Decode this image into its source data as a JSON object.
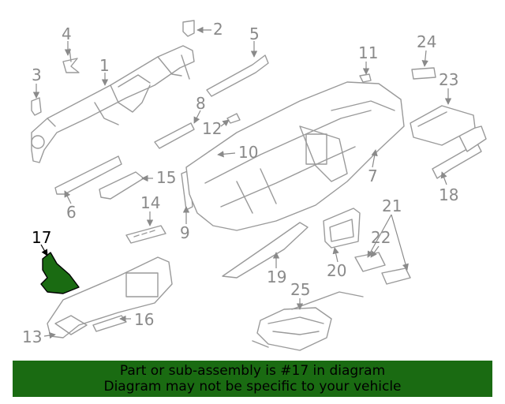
{
  "callouts": {
    "n1": "1",
    "n2": "2",
    "n3": "3",
    "n4": "4",
    "n5": "5",
    "n6": "6",
    "n7": "7",
    "n8": "8",
    "n9": "9",
    "n10": "10",
    "n11": "11",
    "n12": "12",
    "n13": "13",
    "n14": "14",
    "n15": "15",
    "n16": "16",
    "n17": "17",
    "n18": "18",
    "n19": "19",
    "n20": "20",
    "n21": "21",
    "n22": "22",
    "n23": "23",
    "n24": "24",
    "n25": "25"
  },
  "highlighted_part": "17",
  "banner": {
    "line1": "Part or sub-assembly is #17 in diagram",
    "line2": "Diagram may not be specific to your vehicle"
  },
  "colors": {
    "highlight_green": "#1a6b12",
    "line_gray": "#9a9a9a"
  }
}
